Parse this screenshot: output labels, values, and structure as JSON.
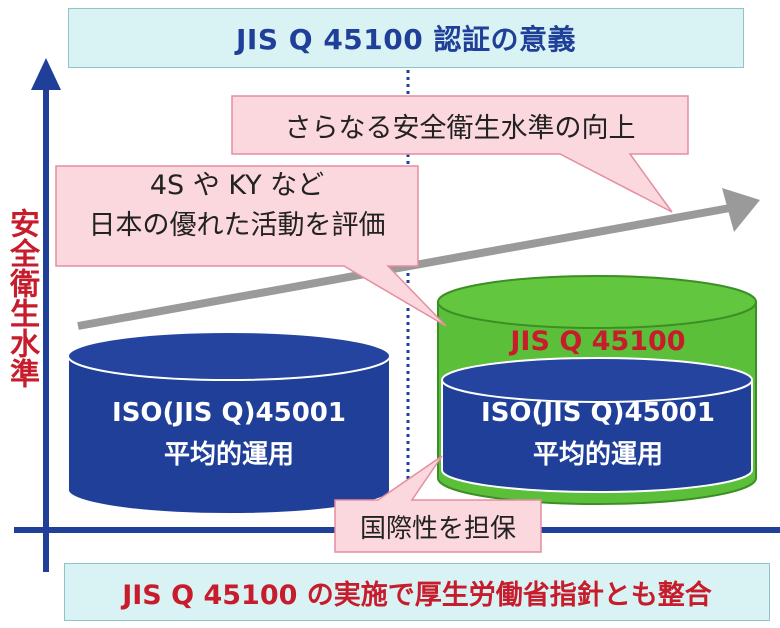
{
  "title": "JIS Q 45100 認証の意義",
  "y_axis_label": "安全衛生水準",
  "callout_top": "さらなる安全衛生水準の向上",
  "callout_mid_line1": "4S や KY など",
  "callout_mid_line2": "日本の優れた活動を評価",
  "cylinder_left": {
    "line1": "ISO(JIS Q)45001",
    "line2": "平均的運用"
  },
  "cylinder_right": {
    "top_label": "JIS Q 45100",
    "line1": "ISO(JIS Q)45001",
    "line2": "平均的運用"
  },
  "callout_bottom": "国際性を担保",
  "footer": "JIS Q 45100 の実施で厚生労働省指針とも整合",
  "colors": {
    "axis_blue": "#1f3f99",
    "cylinder_blue": "#1f3f99",
    "cylinder_green": "#5cbf3a",
    "accent_red": "#c71c2c",
    "callout_pink": "#fbd7de",
    "header_bg": "#d9f3f5"
  }
}
